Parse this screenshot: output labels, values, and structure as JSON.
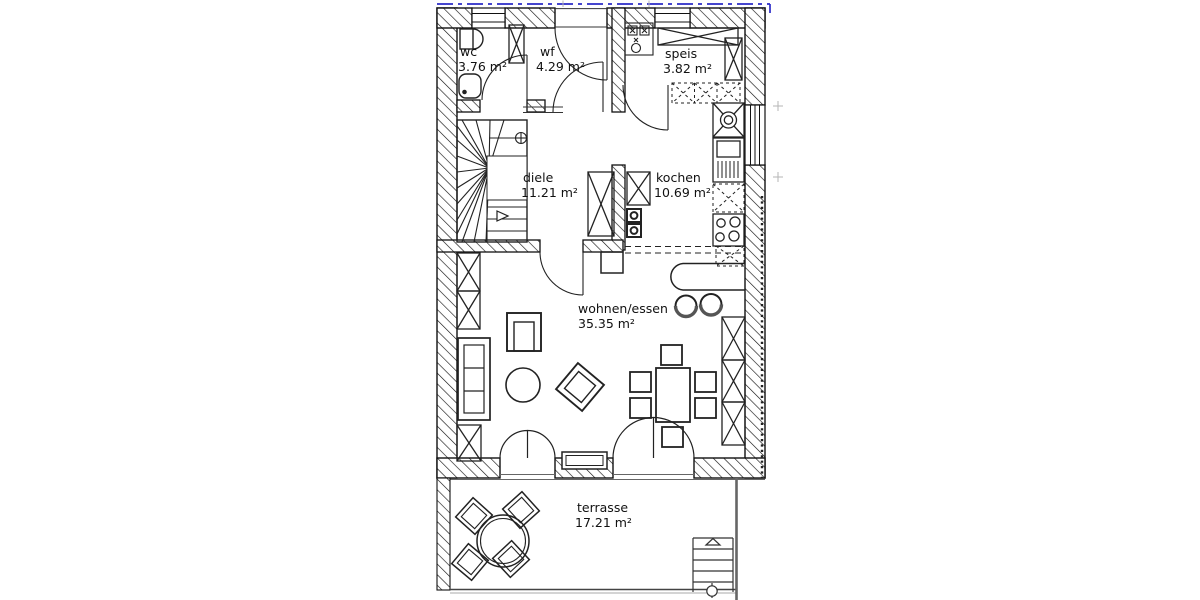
{
  "plan": {
    "type": "floor-plan",
    "rooms": [
      {
        "id": "wc",
        "name": "wc",
        "area": "3.76 m²"
      },
      {
        "id": "wf",
        "name": "wf",
        "area": "4.29 m²"
      },
      {
        "id": "speis",
        "name": "speis",
        "area": "3.82 m²"
      },
      {
        "id": "diele",
        "name": "diele",
        "area": "11.21 m²"
      },
      {
        "id": "kochen",
        "name": "kochen",
        "area": "10.69 m²"
      },
      {
        "id": "wohnen",
        "name": "wohnen/essen",
        "area": "35.35 m²"
      },
      {
        "id": "terrasse",
        "name": "terrasse",
        "area": "17.21 m²"
      }
    ],
    "colors": {
      "line": "#111111",
      "section_line": "#2b2bc8",
      "muted": "#888888",
      "background": "#ffffff"
    }
  }
}
